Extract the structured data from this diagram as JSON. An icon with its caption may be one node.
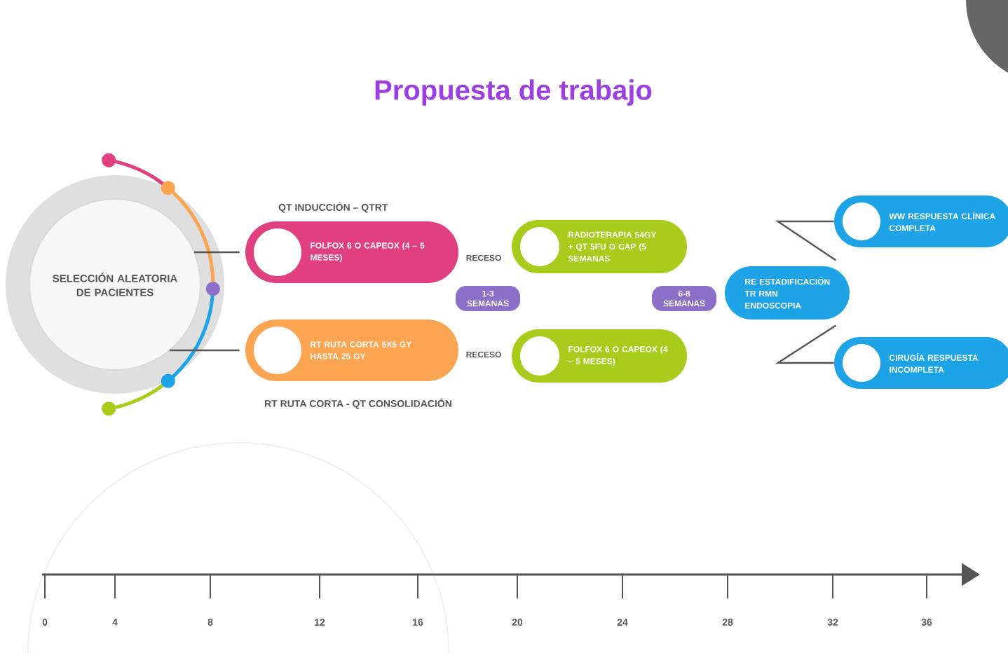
{
  "diagram": {
    "title": "Propuesta de trabajo",
    "nodes": [
      {
        "text": [
          "SELECCIÓN ALEATORIA DE PACIENTES"
        ]
      },
      {
        "text": [
          "QT INDUCCIÓN – QTRT",
          "FOLFOX 6 O CAPEOX (4 – 5 MESES)"
        ]
      },
      {
        "text": [
          "RT RUTA CORTA 5X5 GY HASTA 25 GY",
          "RT RUTA CORTA - QT CONSOLIDACIÓN"
        ]
      },
      {
        "text": [
          "RADIOTERAPIA 54GY + QT 5FU O CAP (5 SEMANAS"
        ]
      },
      {
        "text": [
          "FOLFOX 6 O CAPEOX (4 – 5 MESES)"
        ]
      },
      {
        "text": [
          "RE ESTADIFICACIÓN TR RMN ENDOSCOPIA"
        ]
      },
      {
        "text": [
          "WW RESPUESTA CLÍNICA COMPLETA"
        ]
      },
      {
        "text": [
          "CIRUGÍA RESPUESTA INCOMPLETA"
        ]
      },
      {
        "text": [
          "1-3 SEMANAS"
        ]
      },
      {
        "text": [
          "6-8 SEMANAS"
        ]
      }
    ],
    "edges": [
      {
        "from": 0,
        "to": 1,
        "arrow": "none"
      },
      {
        "from": 0,
        "to": 2,
        "arrow": "none"
      },
      {
        "from": 5,
        "to": 6,
        "arrow": "none"
      },
      {
        "from": 5,
        "to": 7,
        "arrow": "none"
      }
    ],
    "labels": [
      "RECESO",
      "RECESO",
      "0",
      "4",
      "8",
      "12",
      "16",
      "20",
      "24",
      "28",
      "32",
      "36"
    ]
  }
}
